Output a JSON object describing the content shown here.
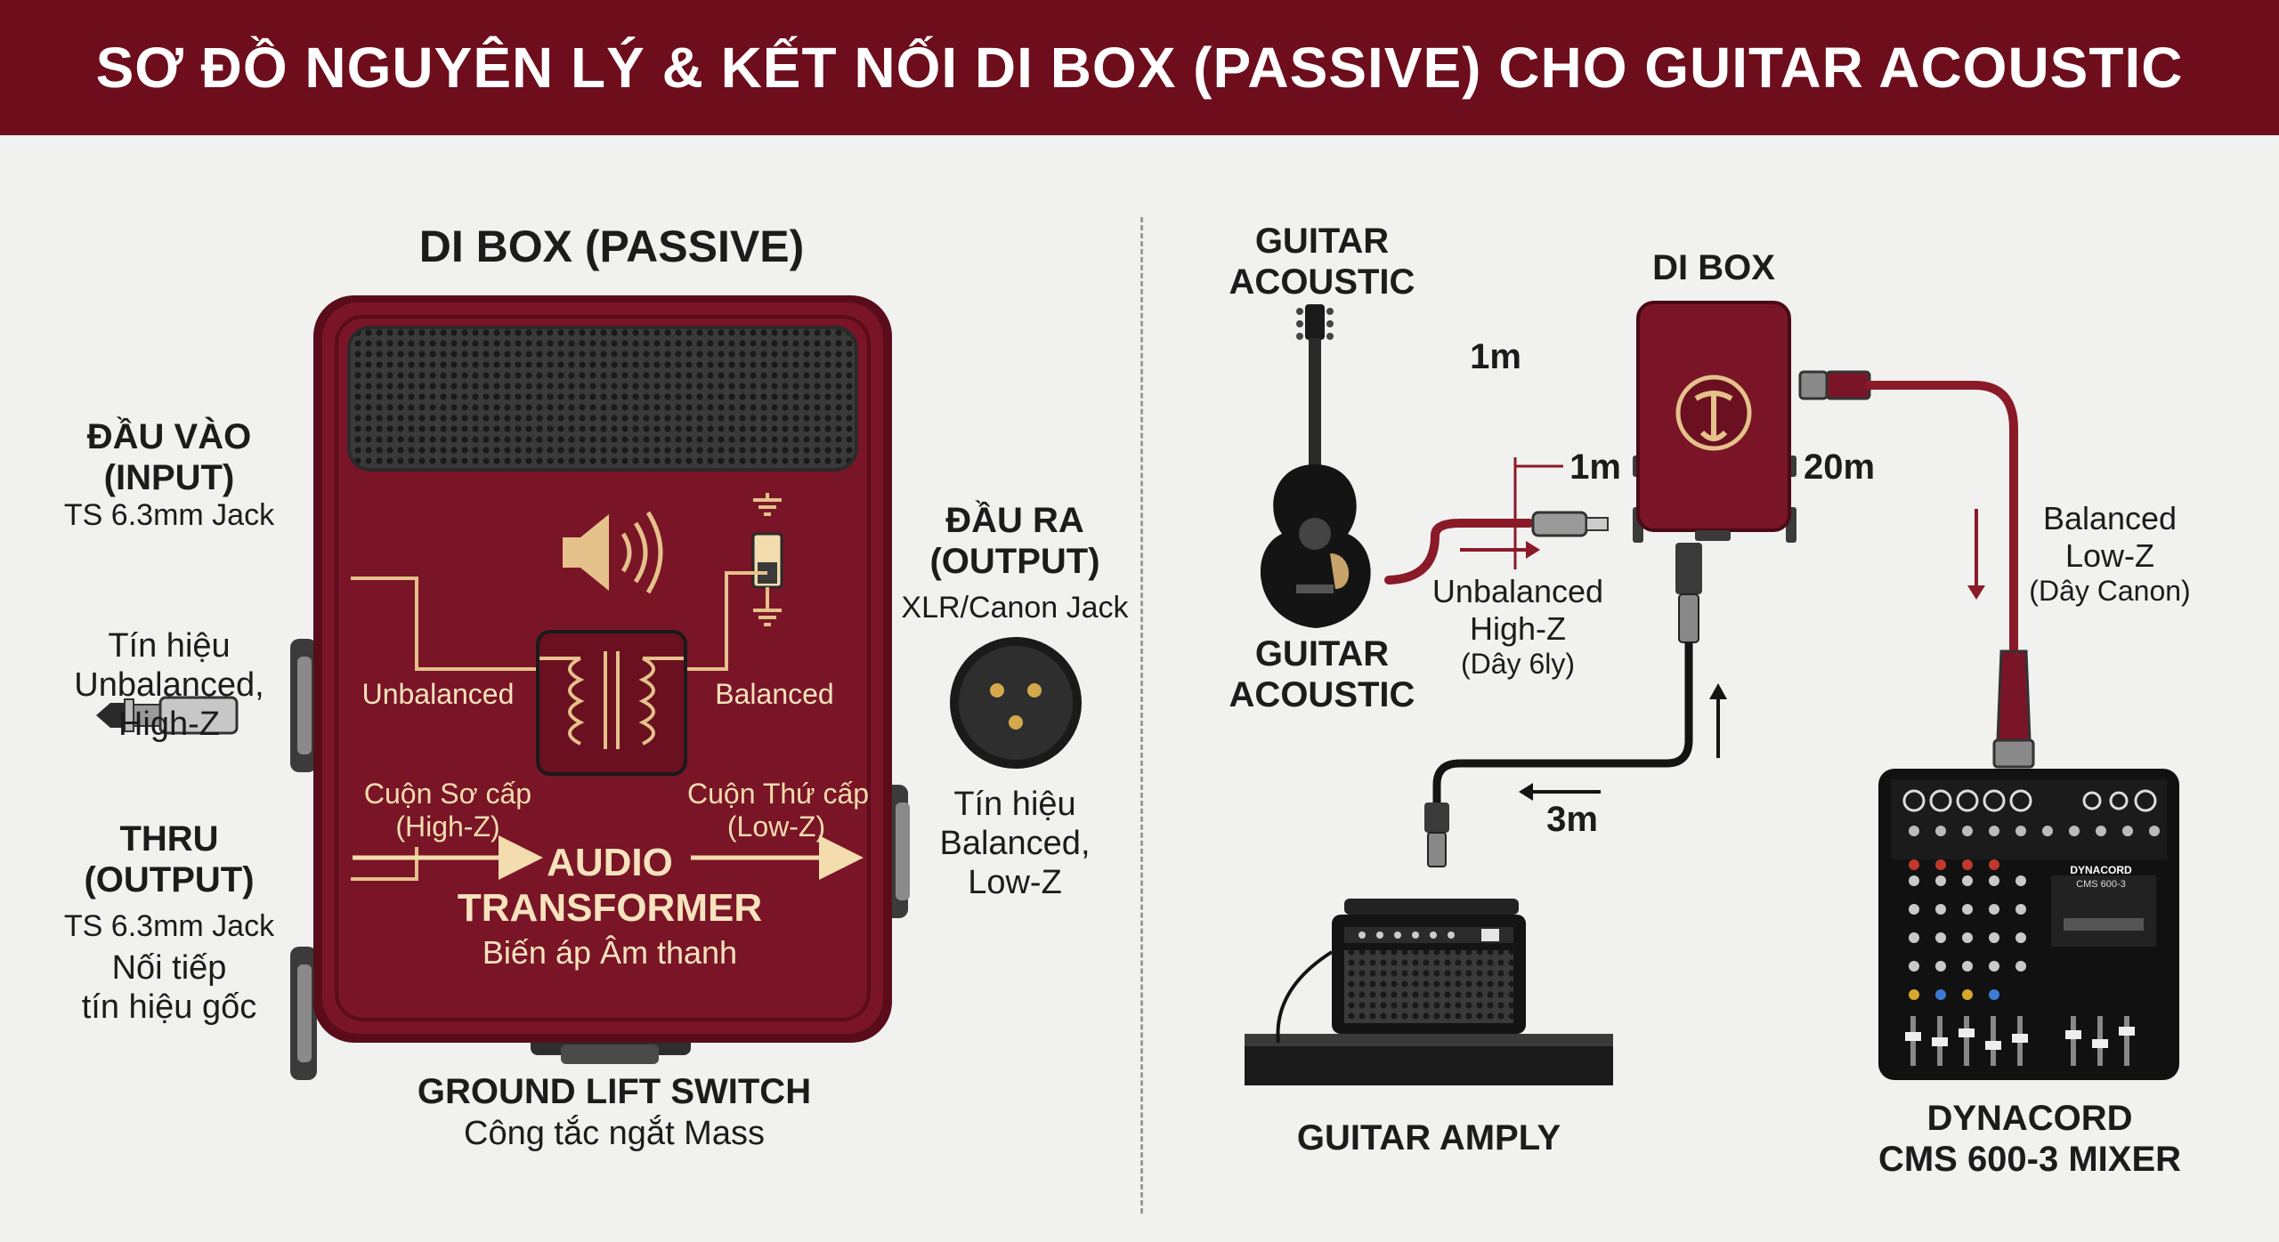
{
  "header": {
    "title": "SƠ ĐỒ NGUYÊN LÝ & KẾT NỐI DI BOX (PASSIVE) CHO GUITAR ACOUSTIC"
  },
  "left": {
    "box_title": "DI BOX (PASSIVE)",
    "input": {
      "title1": "ĐẦU VÀO",
      "title2": "(INPUT)",
      "jack": "TS 6.3mm Jack",
      "sig1": "Tín hiệu",
      "sig2": "Unbalanced,",
      "sig3": "High-Z"
    },
    "thru": {
      "title1": "THRU",
      "title2": "(OUTPUT)",
      "jack": "TS 6.3mm Jack",
      "note1": "Nối tiếp",
      "note2": "tín hiệu gốc"
    },
    "output": {
      "title1": "ĐẦU RA",
      "title2": "(OUTPUT)",
      "jack": "XLR/Canon Jack",
      "sig1": "Tín hiệu",
      "sig2": "Balanced,",
      "sig3": "Low-Z"
    },
    "transformer": {
      "in_label": "Unbalanced",
      "out_label": "Balanced",
      "primary1": "Cuộn Sơ cấp",
      "primary2": "(High-Z)",
      "secondary1": "Cuộn Thứ cấp",
      "secondary2": "(Low-Z)",
      "name1": "AUDIO",
      "name2": "TRANSFORMER",
      "name_vi": "Biến áp Âm thanh"
    },
    "ground": {
      "title": "GROUND LIFT SWITCH",
      "desc": "Công tắc ngắt Mass"
    }
  },
  "right": {
    "guitar_top1": "GUITAR",
    "guitar_top2": "ACOUSTIC",
    "guitar_bot1": "GUITAR",
    "guitar_bot2": "ACOUSTIC",
    "dibox": "DI BOX",
    "cable_in_len": "1m",
    "cable_thru_len": "1m",
    "cable_out_len": "20m",
    "cable_amp_len": "3m",
    "unbal1": "Unbalanced",
    "unbal2": "High-Z",
    "unbal3": "(Dây 6ly)",
    "bal1": "Balanced",
    "bal2": "Low-Z",
    "bal3": "(Dây Canon)",
    "amp": "GUITAR AMPLY",
    "mixer1": "DYNACORD",
    "mixer2": "CMS 600-3 MIXER",
    "mixer_brand": "DYNACORD",
    "mixer_model": "CMS 600-3"
  },
  "colors": {
    "header": "#6e0d1c",
    "box": "#7a1527",
    "accent": "#e5c18b",
    "cable_red": "#8a1a28"
  }
}
